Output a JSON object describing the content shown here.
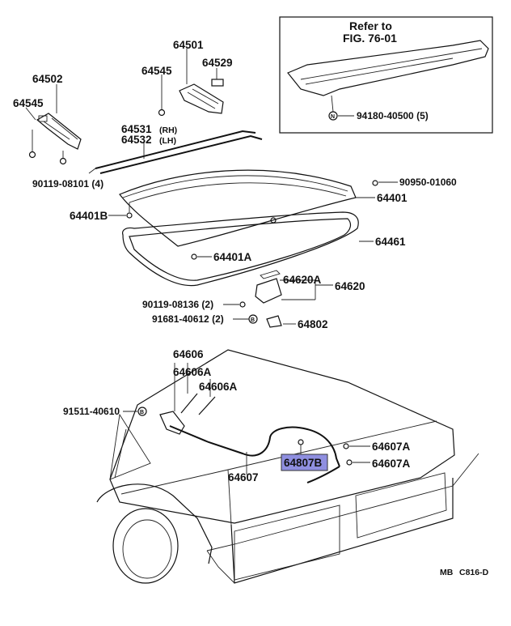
{
  "inset": {
    "refer_line1": "Refer to",
    "refer_line2": "FIG. 76-01",
    "part_94180": "94180-40500 (5)"
  },
  "labels": {
    "p64501": "64501",
    "p64545_center": "64545",
    "p64529": "64529",
    "p64502": "64502",
    "p64545_left": "64545",
    "p64531": "64531",
    "p64531_side": "(RH)",
    "p64532": "64532",
    "p64532_side": "(LH)",
    "p90119_08101": "90119-08101 (4)",
    "p90950": "90950-01060",
    "p64401": "64401",
    "p64401B": "64401B",
    "p64461": "64461",
    "p64401A": "64401A",
    "p64620A": "64620A",
    "p64620": "64620",
    "p90119_08136": "90119-08136 (2)",
    "p91681": "91681-40612 (2)",
    "p64802": "64802",
    "p64606": "64606",
    "p64606A_1": "64606A",
    "p64606A_2": "64606A",
    "p91511": "91511-40610",
    "p64607A_1": "64607A",
    "p64607A_2": "64607A",
    "p64807B": "64807B",
    "p64607": "64607"
  },
  "footer": {
    "code_prefix": "MB",
    "code": "C816-D"
  },
  "colors": {
    "highlight": "#8f8fe0",
    "ink": "#111111"
  }
}
